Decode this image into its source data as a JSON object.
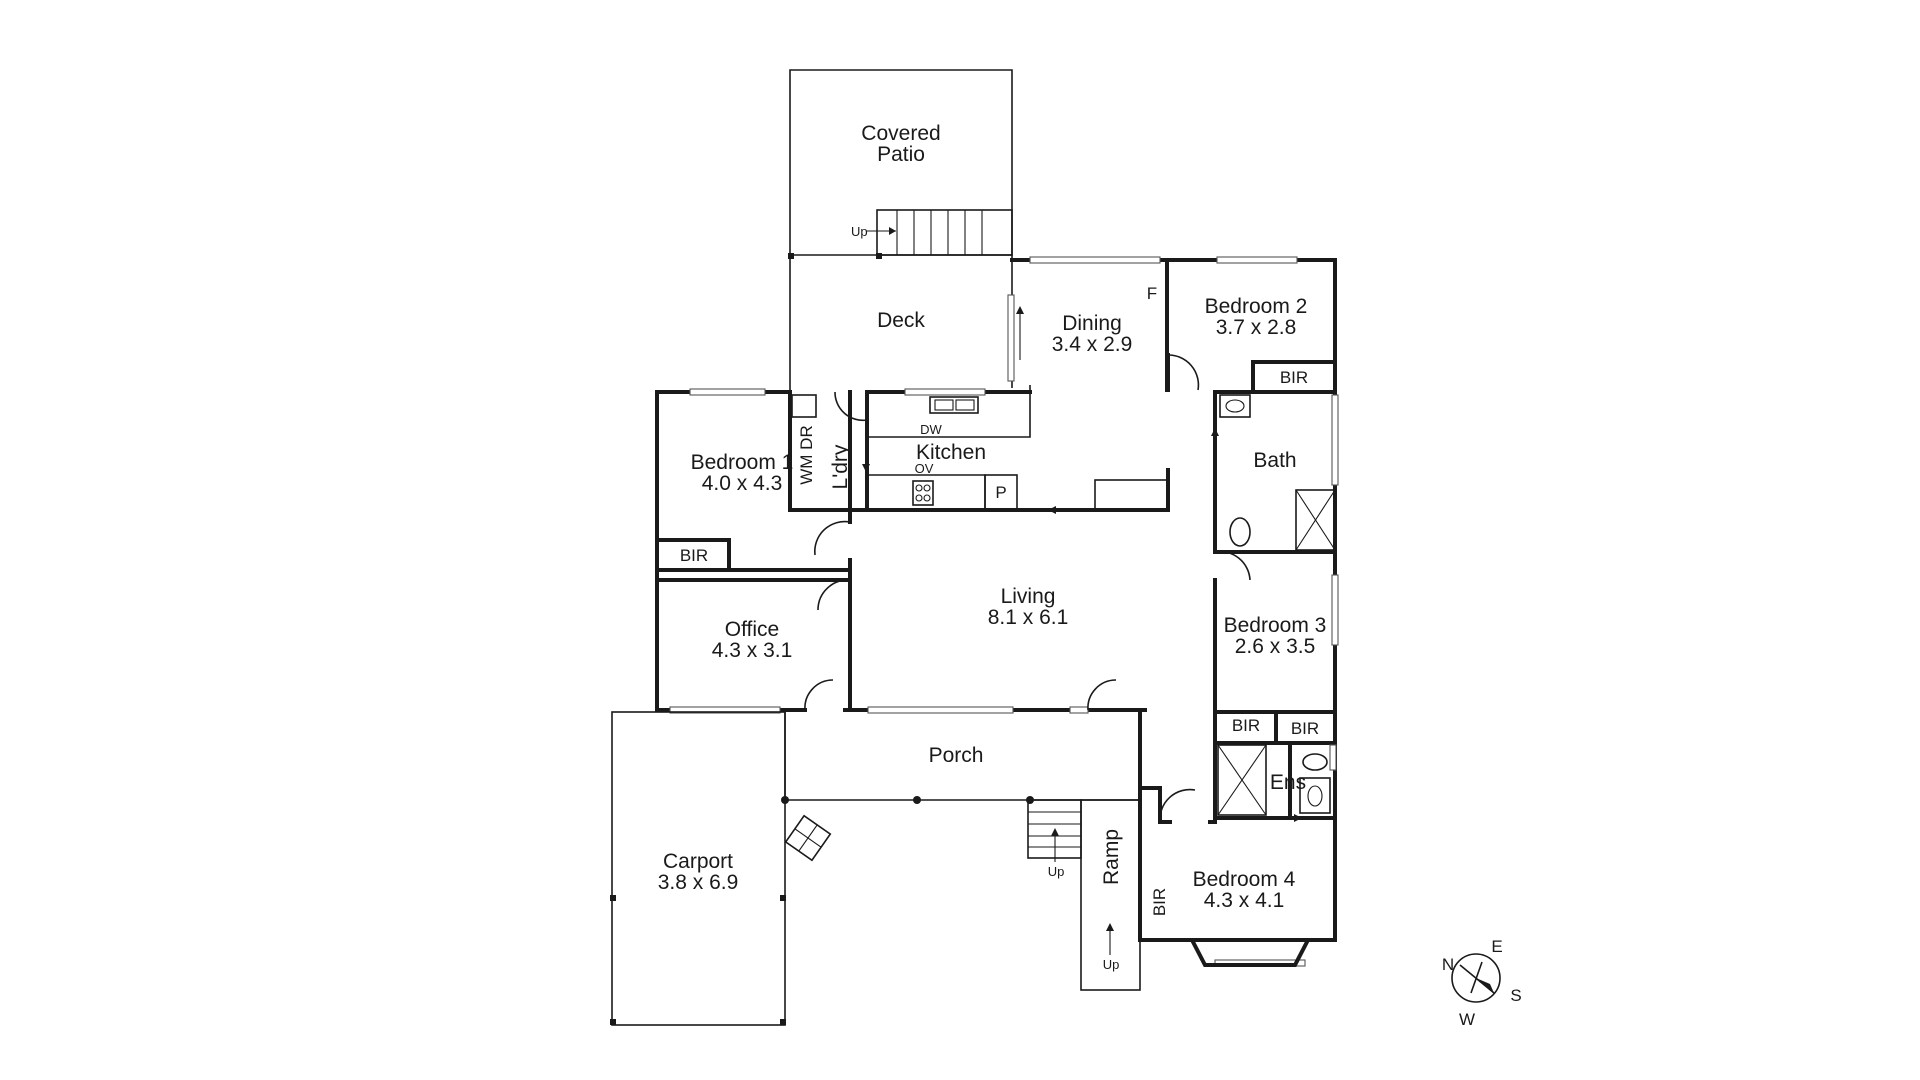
{
  "rooms": {
    "covered_patio": {
      "name_line1": "Covered",
      "name_line2": "Patio"
    },
    "deck": {
      "name": "Deck"
    },
    "dining": {
      "name": "Dining",
      "dims": "3.4 x 2.9"
    },
    "bedroom2": {
      "name": "Bedroom 2",
      "dims": "3.7 x 2.8"
    },
    "bedroom1": {
      "name": "Bedroom 1",
      "dims": "4.0 x 4.3"
    },
    "kitchen": {
      "name": "Kitchen"
    },
    "laundry": {
      "name": "L'dry"
    },
    "bath": {
      "name": "Bath"
    },
    "living": {
      "name": "Living",
      "dims": "8.1 x 6.1"
    },
    "office": {
      "name": "Office",
      "dims": "4.3 x 3.1"
    },
    "bedroom3": {
      "name": "Bedroom 3",
      "dims": "2.6 x 3.5"
    },
    "porch": {
      "name": "Porch"
    },
    "ensuite": {
      "name": "Ens"
    },
    "carport": {
      "name": "Carport",
      "dims": "3.8 x 6.9"
    },
    "ramp": {
      "name": "Ramp"
    },
    "bedroom4": {
      "name": "Bedroom 4",
      "dims": "4.3 x 4.1"
    }
  },
  "fixtures": {
    "bir": "BIR",
    "up": "Up",
    "wm_dr": "WM DR",
    "dw": "DW",
    "ov": "OV",
    "pantry": "P",
    "fridge": "F"
  },
  "compass": {
    "n": "N",
    "e": "E",
    "s": "S",
    "w": "W"
  }
}
